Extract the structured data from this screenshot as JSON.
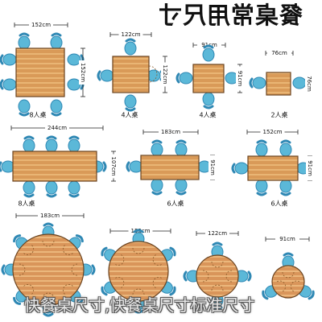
{
  "heading": "餐桌常用尺寸",
  "caption": "快餐桌尺寸,快餐桌尺寸标准尺寸",
  "colors": {
    "table_fill": "#d99a58",
    "table_stripe": "#e9b574",
    "chair_fill": "#5bb8d8",
    "chair_dark": "#2f88b4",
    "dimension_line": "#222222"
  },
  "tables": [
    {
      "id": "t1",
      "width_label": "152cm",
      "depth_label": "152cm",
      "caption": "8人桌"
    },
    {
      "id": "t2",
      "width_label": "122cm",
      "depth_label": "122cm",
      "caption": "4人桌"
    },
    {
      "id": "t3",
      "width_label": "91cm",
      "depth_label": "91cm",
      "caption": "4人桌"
    },
    {
      "id": "t4",
      "width_label": "76cm",
      "depth_label": "76cm",
      "caption": "2人桌"
    },
    {
      "id": "t5",
      "width_label": "244cm",
      "depth_label": "107cm",
      "caption": "8人桌"
    },
    {
      "id": "t6",
      "width_label": "183cm",
      "depth_label": "91cm",
      "caption": "6人桌"
    },
    {
      "id": "t7",
      "width_label": "152cm",
      "depth_label": "91cm",
      "caption": "6人桌"
    },
    {
      "id": "t8",
      "width_label": "183cm",
      "caption": ""
    },
    {
      "id": "t9",
      "width_label": "152cm",
      "caption": ""
    },
    {
      "id": "t10",
      "width_label": "122cm",
      "caption": ""
    },
    {
      "id": "t11",
      "width_label": "91cm",
      "caption": ""
    }
  ]
}
